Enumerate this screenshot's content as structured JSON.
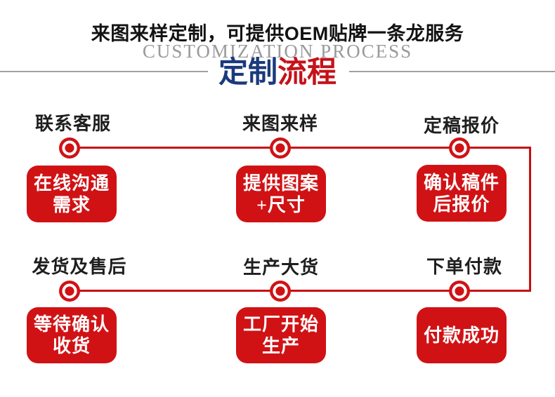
{
  "header": {
    "title": "来图来样定制，可提供OEM贴牌一条龙服务",
    "subtitle_en": "CUSTOMIZATION PROCESS",
    "section_title": {
      "part1": "定制",
      "part2": "流程"
    }
  },
  "colors": {
    "accent_red": "#d01215",
    "connector_red": "#c60f14",
    "navy": "#1a3a7c",
    "section_red": "#c5121a",
    "subtitle_gray": "#9a9a9a",
    "divider_gray": "#a0a0a0",
    "label_black": "#1e1e1e"
  },
  "flow": {
    "rows": [
      {
        "steps": [
          {
            "title": "联系客服",
            "box_line1": "在线沟通",
            "box_line2": "需求"
          },
          {
            "title": "来图来样",
            "box_line1": "提供图案",
            "box_line2": "+尺寸"
          },
          {
            "title": "定稿报价",
            "box_line1": "确认稿件",
            "box_line2": "后报价"
          }
        ]
      },
      {
        "steps": [
          {
            "title": "发货及售后",
            "box_line1": "等待确认",
            "box_line2": "收货"
          },
          {
            "title": "生产大货",
            "box_line1": "工厂开始",
            "box_line2": "生产"
          },
          {
            "title": "下单付款",
            "box_line1": "付款成功",
            "box_line2": ""
          }
        ]
      }
    ]
  }
}
